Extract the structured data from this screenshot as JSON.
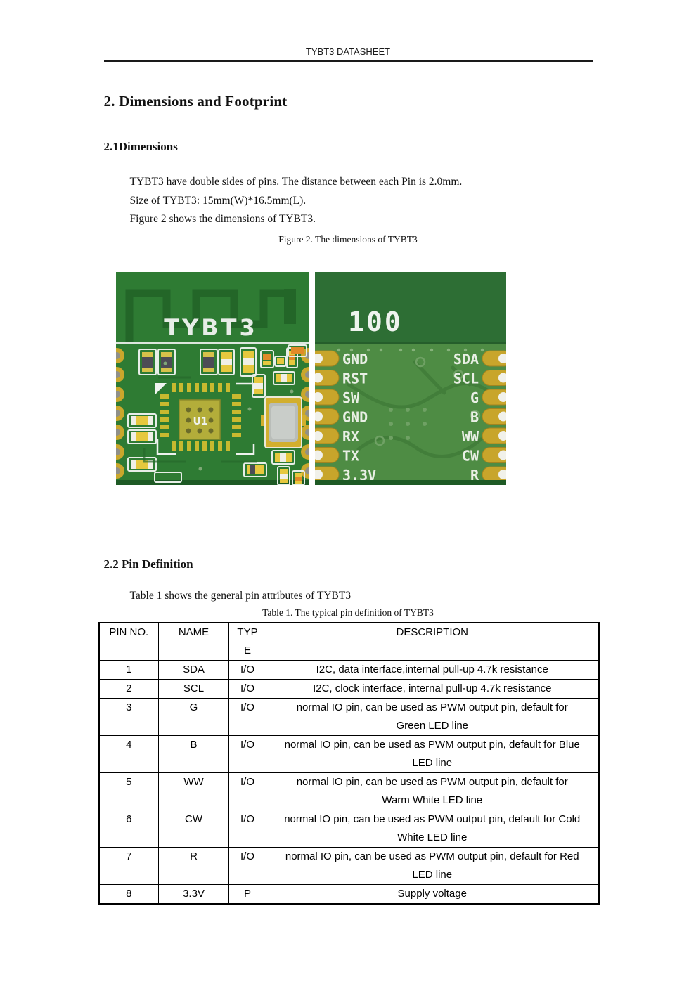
{
  "page": {
    "header_title": "TYBT3 DATASHEET"
  },
  "dimensions_section": {
    "heading": "2. Dimensions and Footprint",
    "subheading": "2.1Dimensions",
    "body_lines": [
      "TYBT3 have double sides of pins. The distance between each Pin is 2.0mm.",
      "Size of TYBT3: 15mm(W)*16.5mm(L).",
      "Figure 2 shows the dimensions of TYBT3."
    ],
    "figure_caption": "Figure 2. The dimensions of TYBT3"
  },
  "figure": {
    "front_board": {
      "silkscreen_label": "TYBT3",
      "ic_label": "U1"
    },
    "back_board": {
      "silkscreen_label": "100",
      "left_pins": [
        "GND",
        "RST",
        "SW",
        "GND",
        "RX",
        "TX",
        "3.3V"
      ],
      "right_pins": [
        "SDA",
        "SCL",
        "G",
        "B",
        "WW",
        "CW",
        "R"
      ]
    },
    "colors": {
      "front_board_green": "#2e7b33",
      "antenna_trace_green": "#236628",
      "back_board_green": "#4e8c44",
      "back_board_top_green": "#2d6e34",
      "pad_gold": "#c8a52b",
      "silkscreen_white": "#e9efe5"
    }
  },
  "pin_section": {
    "heading": "2.2 Pin Definition",
    "intro": "Table 1 shows the general pin attributes of TYBT3",
    "table_caption": "Table 1. The typical pin definition of TYBT3",
    "table": {
      "headers": [
        "PIN NO.",
        "NAME",
        "TYPE",
        "DESCRIPTION"
      ],
      "type_header_lines": [
        "TYP",
        "E"
      ],
      "rows": [
        {
          "pin": "1",
          "name": "SDA",
          "type": "I/O",
          "desc": [
            "I2C, data interface,internal pull-up 4.7k resistance"
          ]
        },
        {
          "pin": "2",
          "name": "SCL",
          "type": "I/O",
          "desc": [
            "I2C, clock interface, internal pull-up 4.7k resistance"
          ]
        },
        {
          "pin": "3",
          "name": "G",
          "type": "I/O",
          "desc": [
            "normal IO pin, can be used as PWM output pin, default for",
            "Green LED line"
          ]
        },
        {
          "pin": "4",
          "name": "B",
          "type": "I/O",
          "desc": [
            "normal IO pin, can be used as PWM output pin, default for Blue",
            "LED line"
          ]
        },
        {
          "pin": "5",
          "name": "WW",
          "type": "I/O",
          "desc": [
            "normal IO pin, can be used as PWM output pin, default for",
            "Warm White LED line"
          ]
        },
        {
          "pin": "6",
          "name": "CW",
          "type": "I/O",
          "desc": [
            "normal IO pin, can be used as PWM output pin, default for Cold",
            "White LED line"
          ]
        },
        {
          "pin": "7",
          "name": "R",
          "type": "I/O",
          "desc": [
            "normal IO pin, can be used as PWM output pin, default for Red",
            "LED line"
          ]
        },
        {
          "pin": "8",
          "name": "3.3V",
          "type": "P",
          "desc": [
            "Supply voltage"
          ]
        }
      ]
    }
  }
}
